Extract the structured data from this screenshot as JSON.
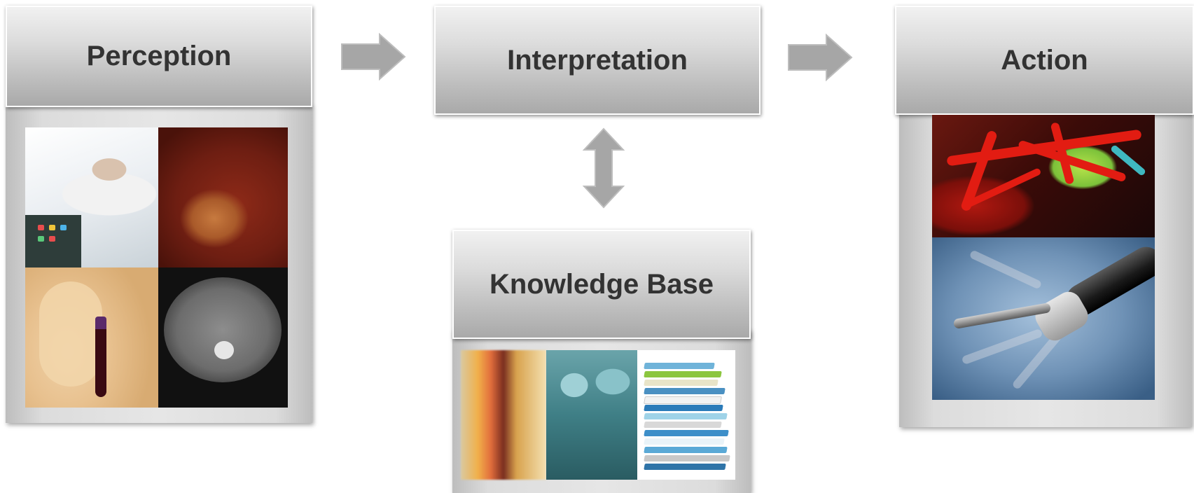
{
  "boxes": {
    "perception": {
      "title": "Perception"
    },
    "interpretation": {
      "title": "Interpretation"
    },
    "knowledge_base": {
      "title": "Knowledge Base"
    },
    "action": {
      "title": "Action"
    }
  },
  "colors": {
    "arrow": "#a6a6a6",
    "header_text": "#333333",
    "panel": "#dcdcdc"
  },
  "icons": {
    "flow_arrow": "right-arrow-icon",
    "link_arrow": "up-down-arrow-icon"
  }
}
